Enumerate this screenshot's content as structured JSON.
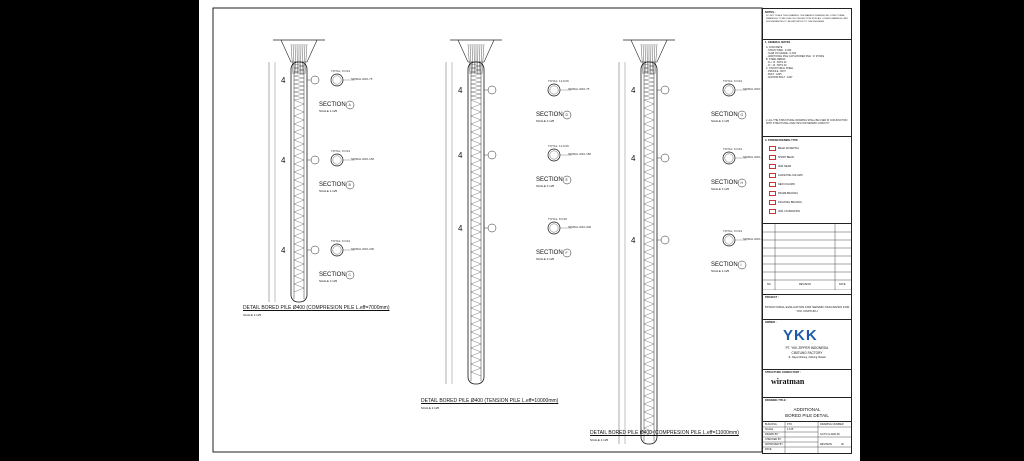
{
  "piles": [
    {
      "title": "DETAIL BORED PILE Ø400 (COMPRESION PILE L.eff=7000mm)",
      "scale": "SCALE 1:125",
      "level_marker": "4",
      "sections": [
        {
          "label": "SECTION",
          "tag": "A",
          "scale": "SCALE 1:125",
          "note1": "TOTAL: 6 D13",
          "note2": "SPIRAL Ø10-75"
        },
        {
          "label": "SECTION",
          "tag": "B",
          "scale": "SCALE 1:125",
          "note1": "TOTAL: 6 D13",
          "note2": "SPIRAL Ø10-150"
        },
        {
          "label": "SECTION",
          "tag": "C",
          "scale": "SCALE 1:125",
          "note1": "TOTAL: 6 D13",
          "note2": "SPIRAL Ø10-200"
        }
      ]
    },
    {
      "title": "DETAIL BORED PILE Ø400 (TENSION PILE L.eff=10000mm)",
      "scale": "SCALE 1:125",
      "level_marker": "4",
      "sections": [
        {
          "label": "SECTION",
          "tag": "D",
          "scale": "SCALE 1:125",
          "note1": "TOTAL: 12 D16",
          "note2": "SPIRAL Ø10-75"
        },
        {
          "label": "SECTION",
          "tag": "E",
          "scale": "SCALE 1:125",
          "note1": "TOTAL: 12 D16",
          "note2": "SPIRAL Ø10-150"
        },
        {
          "label": "SECTION",
          "tag": "F",
          "scale": "SCALE 1:125",
          "note1": "TOTAL: 8 D16",
          "note2": "SPIRAL Ø10-200"
        }
      ]
    },
    {
      "title": "DETAIL BORED PILE Ø400 (COMPRESION PILE L.eff=11000mm)",
      "scale": "SCALE 1:125",
      "level_marker": "4",
      "sections": [
        {
          "label": "SECTION",
          "tag": "G",
          "scale": "SCALE 1:125",
          "note1": "TOTAL: 6 D13",
          "note2": "SPIRAL Ø10-75"
        },
        {
          "label": "SECTION",
          "tag": "H",
          "scale": "SCALE 1:125",
          "note1": "TOTAL: 6 D13",
          "note2": "SPIRAL Ø10-150"
        },
        {
          "label": "SECTION",
          "tag": "I",
          "scale": "SCALE 1:125",
          "note1": "TOTAL: 6 D13",
          "note2": "SPIRAL Ø10-200"
        }
      ]
    }
  ],
  "title_block": {
    "notes_head": "NOTES :",
    "notes_text": "DO NOT SCALE THIS DRAWING. THE MARKED DIMENSIONS, STRUCTURAL DRAWINGS TO BE USED IN CONJUNCTION WITH ALL OTHER DRAWINGS. ANY DISCREPANCIES TO BE REPORTED TO THE ENGINEER.",
    "general_head": "1. GENERAL NOTES",
    "general_text": "A. CONCRETE\n - STRUCTURE : K-300\n - SLAB ON GRADE : K-300\n - ADDITIONAL PILE CAP & BORED PILE : fc' 25 MPa\nB. STEEL REBAR\n - D ≤ 13 : BJTS 40\n - D > 13 : BJTS 40\nC. STRUCTURAL STEEL\n - PROFILE : BJ37\n - BOLT : A325\n - ANCHOR BOLT : A307",
    "note2_text": "2. ALL THE STRUCTURAL DRAWING SHALL BE USED IN CONJUNCTION WITH STRUCTURAL ANALYSIS FOR SEISMIC CAPACITY",
    "legend_head": "3. STRENGTHENING TYPE",
    "legend": [
      "BEAM JACKETING",
      "SHORT BEAM",
      "ADD. BEAM",
      "JACKETING COLUMN",
      "NEW COLUMN",
      "FRAME BRACING",
      "DIAGONAL BRACING",
      "ADD. FOUNDATION"
    ],
    "revision_cols": [
      "NO",
      "REVISION",
      "DATE"
    ],
    "project_head": "PROJECT :",
    "project_text": "STRUCTURAL EVALUATION FOR SEISMIC DIAGNOSIS FOR YKK CIMITUKU",
    "owner_head": "OWNER :",
    "logo": "YKK",
    "company": "PT. YKK ZIPPER INDONESIA",
    "factory": "CIBITUNG FACTORY",
    "address": "JL. Raya Cibitung, Cibitung, Bekasi",
    "consultant_head": "STRUCTURE CONSULTANT :",
    "consultant": "wiratman",
    "drawing_head": "DRAWING TITLE :",
    "drawing_title1": "ADDITIONAL",
    "drawing_title2": "BORED PILE DETAIL",
    "fields": [
      "BUILDING",
      "SCALE",
      "DRAWN BY",
      "CHECKED BY",
      "APPROVED BY",
      "DATE"
    ],
    "field_values": [
      "FTO",
      "1:125",
      "",
      "",
      "",
      ""
    ],
    "drawing_number_label": "DRAWING NUMBER",
    "drawing_number": "S-FTO-S-ADD-06",
    "sheet_label": "REVISION",
    "sheet_value": "00"
  }
}
